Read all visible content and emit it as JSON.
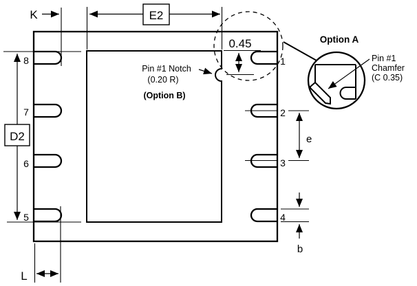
{
  "drawing": {
    "type": "package-outline-bottom-view",
    "dimension_labels": {
      "k": "K",
      "e2": "E2",
      "d2": "D2",
      "l": "L",
      "e": "e",
      "b": "b",
      "notch_offset": "0.45"
    },
    "pins_left": [
      "8",
      "7",
      "6",
      "5"
    ],
    "pins_right": [
      "1",
      "2",
      "3",
      "4"
    ],
    "notch_note": {
      "line1": "Pin #1 Notch",
      "line2": "(0.20 R)",
      "line3": "(Option B)"
    },
    "option_a": {
      "title": "Option A",
      "chamfer_line1": "Pin #1",
      "chamfer_line2": "Chamfer",
      "chamfer_line3": "(C 0.35)"
    },
    "colors": {
      "line": "#000000",
      "background": "#ffffff"
    }
  }
}
